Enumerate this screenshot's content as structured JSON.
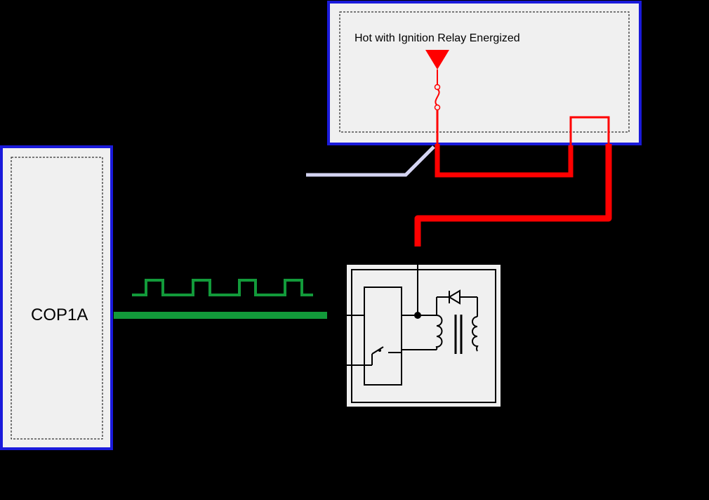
{
  "canvas": {
    "background": "#000000"
  },
  "fuse_box": {
    "label": "Hot with Ignition Relay Energized",
    "border_color": "#1a1adb",
    "fill_color": "#f0f0f0"
  },
  "module": {
    "label": "COP1A",
    "border_color": "#1a1adb",
    "fill_color": "#f0f0f0"
  },
  "colors": {
    "power_wire": "#ff0000",
    "signal_wire": "#129a3a",
    "ground_wire": "#d4d4f2",
    "component_line": "#000000",
    "component_fill": "#f0f0f0"
  },
  "icons": {
    "power_source": "power-source-triangle-icon",
    "fuse": "fuse-icon",
    "square_wave": "square-wave-icon",
    "coil": "ignition-coil-symbol",
    "diode": "diode-icon"
  }
}
